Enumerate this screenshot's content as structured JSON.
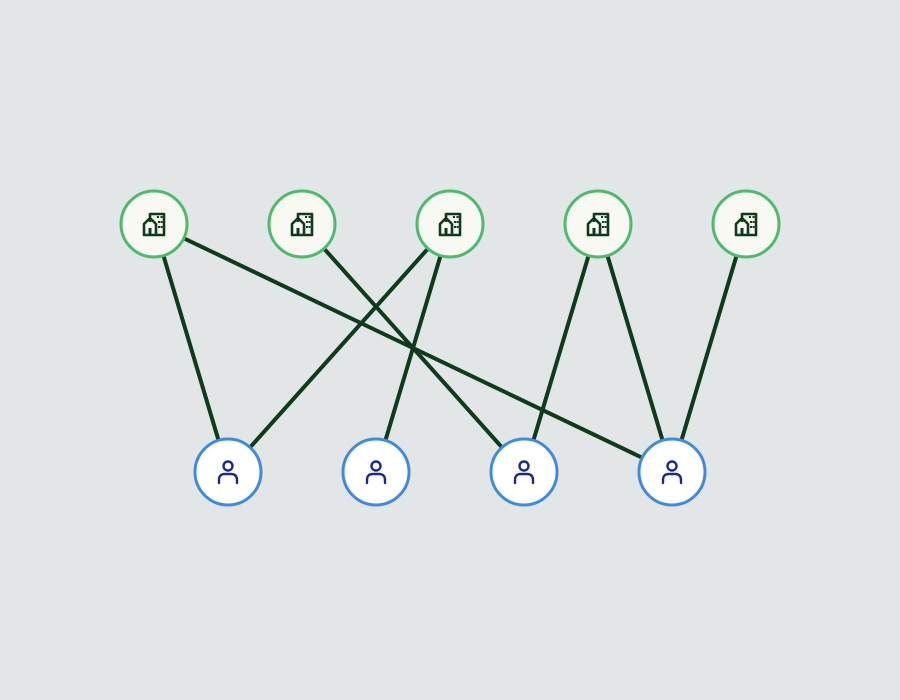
{
  "colors": {
    "background": "#e3e6e6",
    "edge": "#0d3b1c",
    "building_stroke": "#4cbc6c",
    "building_fill": "#f7f9f2",
    "building_icon": "#0d3b1c",
    "person_stroke": "#3f8be0",
    "person_fill": "#ffffff",
    "person_icon": "#1a2a8c"
  },
  "top_nodes": [
    {
      "id": "b1",
      "icon": "building-icon"
    },
    {
      "id": "b2",
      "icon": "building-icon"
    },
    {
      "id": "b3",
      "icon": "building-icon"
    },
    {
      "id": "b4",
      "icon": "building-icon"
    },
    {
      "id": "b5",
      "icon": "building-icon"
    }
  ],
  "bottom_nodes": [
    {
      "id": "p1",
      "icon": "person-icon"
    },
    {
      "id": "p2",
      "icon": "person-icon"
    },
    {
      "id": "p3",
      "icon": "person-icon"
    },
    {
      "id": "p4",
      "icon": "person-icon"
    }
  ],
  "edges": [
    [
      "b1",
      "p1"
    ],
    [
      "b1",
      "p4"
    ],
    [
      "b2",
      "p3"
    ],
    [
      "b3",
      "p1"
    ],
    [
      "b3",
      "p2"
    ],
    [
      "b4",
      "p3"
    ],
    [
      "b4",
      "p4"
    ],
    [
      "b5",
      "p4"
    ]
  ]
}
